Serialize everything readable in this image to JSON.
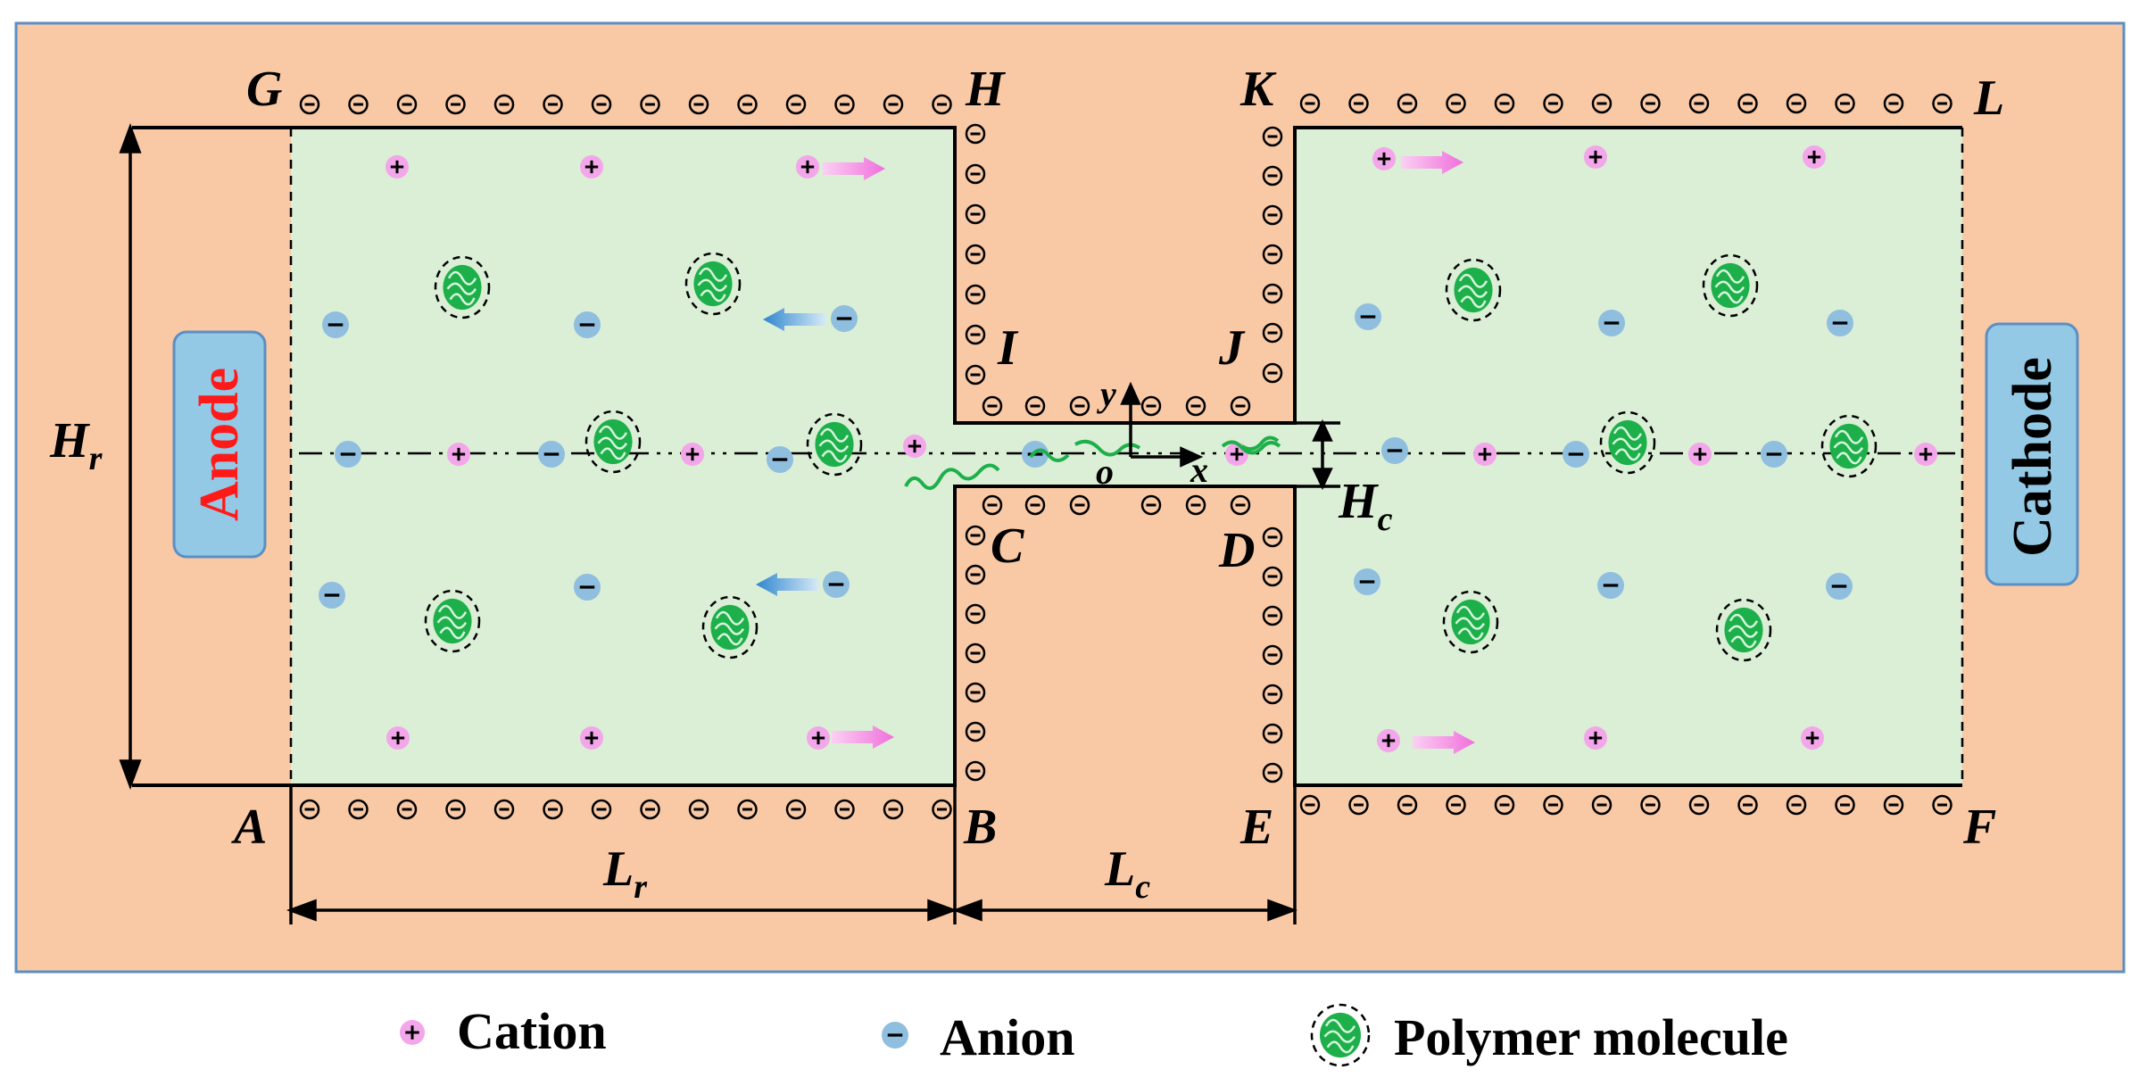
{
  "colors": {
    "background": "#f9c9a6",
    "channel_fill": "#dbeed6",
    "electrode_fill": "#94c9e6",
    "cation_fill": "#f3a6ea",
    "anion_fill": "#8fbedf",
    "polymer": "#1db04a",
    "anode_text": "#ff1a1a",
    "cathode_text": "#000000",
    "cation_arrow": "#f38be6",
    "anion_arrow": "#3d8fd3"
  },
  "electrodes": {
    "anode": "Anode",
    "cathode": "Cathode"
  },
  "points": {
    "A": "A",
    "B": "B",
    "C": "C",
    "D": "D",
    "E": "E",
    "F": "F",
    "G": "G",
    "H": "H",
    "I": "I",
    "J": "J",
    "K": "K",
    "L": "L"
  },
  "dimensions": {
    "Hr": {
      "main": "H",
      "sub": "r"
    },
    "Hc": {
      "main": "H",
      "sub": "c"
    },
    "Lr": {
      "main": "L",
      "sub": "r"
    },
    "Lc": {
      "main": "L",
      "sub": "c"
    }
  },
  "axes": {
    "x": "x",
    "y": "y",
    "origin": "o"
  },
  "legend": {
    "cation": "Cation",
    "anion": "Anion",
    "polymer": "Polymer molecule"
  }
}
